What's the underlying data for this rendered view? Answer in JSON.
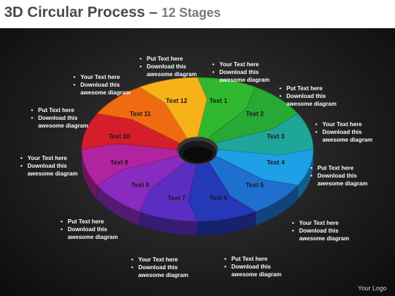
{
  "header": {
    "title": "3D Circular Process",
    "dash": " – ",
    "subtitle": "12 Stages"
  },
  "diagram": {
    "stages": [
      {
        "label": "Text 1",
        "color": "#2fb82f"
      },
      {
        "label": "Text 2",
        "color": "#28a834"
      },
      {
        "label": "Text 3",
        "color": "#1fa69a"
      },
      {
        "label": "Text 4",
        "color": "#1ea0e6"
      },
      {
        "label": "Text 5",
        "color": "#1f6fcf"
      },
      {
        "label": "Text 6",
        "color": "#2438b8"
      },
      {
        "label": "Text 7",
        "color": "#5a2ec0"
      },
      {
        "label": "Text 8",
        "color": "#8a2bbf"
      },
      {
        "label": "Text 9",
        "color": "#b0249f"
      },
      {
        "label": "Text 10",
        "color": "#d41e2a"
      },
      {
        "label": "Text 11",
        "color": "#f06a12"
      },
      {
        "label": "Text 12",
        "color": "#f7b21a"
      }
    ]
  },
  "callouts": [
    {
      "line1": "Put Text  here",
      "line2": "Download this",
      "line3": "awesome diagram"
    },
    {
      "line1": "Your Text here",
      "line2": "Download this",
      "line3": "awesome diagram"
    },
    {
      "line1": "Put Text  here",
      "line2": "Download this",
      "line3": "awesome diagram"
    },
    {
      "line1": "Your Text here",
      "line2": "Download this",
      "line3": "awesome diagram"
    },
    {
      "line1": "Put Text  here",
      "line2": "Download this",
      "line3": "awesome diagram"
    },
    {
      "line1": "Your Text here",
      "line2": "Download this",
      "line3": "awesome diagram"
    },
    {
      "line1": "Put Text here",
      "line2": "Download this",
      "line3": "awesome diagram"
    },
    {
      "line1": "Your Text here",
      "line2": "Download this",
      "line3": "awesome diagram"
    },
    {
      "line1": "Put Text here",
      "line2": "Download this",
      "line3": "awesome diagram"
    },
    {
      "line1": "Your Text here",
      "line2": "Download this",
      "line3": "awesome diagram"
    },
    {
      "line1": "Put Text here",
      "line2": "Download this",
      "line3": "awesome diagram"
    },
    {
      "line1": "Your Text here",
      "line2": "Download this",
      "line3": "awesome diagram"
    }
  ],
  "footer": {
    "logo": "Your Logo"
  }
}
